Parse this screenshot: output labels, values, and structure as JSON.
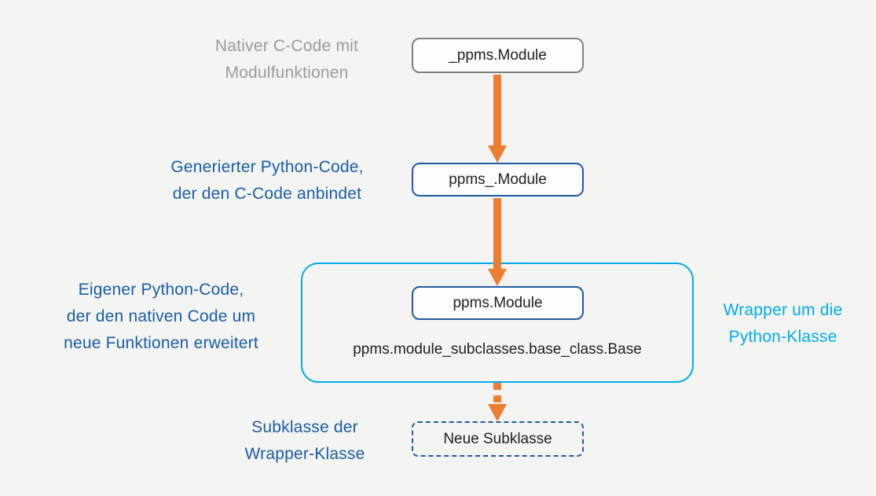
{
  "diagram": {
    "colors": {
      "bg": "#f4f4f2",
      "orange": "#ed7d31",
      "blue_text": "#1a5ea8",
      "blue_border": "#1f5ba4",
      "cyan": "#00acec",
      "gray_text": "#9b9b9b",
      "gray_border": "#808080",
      "node_text": "#212121"
    },
    "labels": {
      "native_c_code": "Nativer C-Code mit\nModulfunktionen",
      "generated_python": "Generierter Python-Code,\nder den C-Code anbindet",
      "own_python": "Eigener Python-Code,\nder den nativen Code um\nneue Funktionen erweitert",
      "wrapper_class": "Wrapper um die\nPython-Klasse",
      "subclass": "Subklasse der\nWrapper-Klasse"
    },
    "nodes": {
      "native_module": "_ppms.Module",
      "generated_module": "ppms_.Module",
      "wrapper_module": "ppms.Module",
      "base_class_path": "ppms.module_subclasses.base_class.Base",
      "new_subclass": "Neue Subklasse"
    }
  }
}
